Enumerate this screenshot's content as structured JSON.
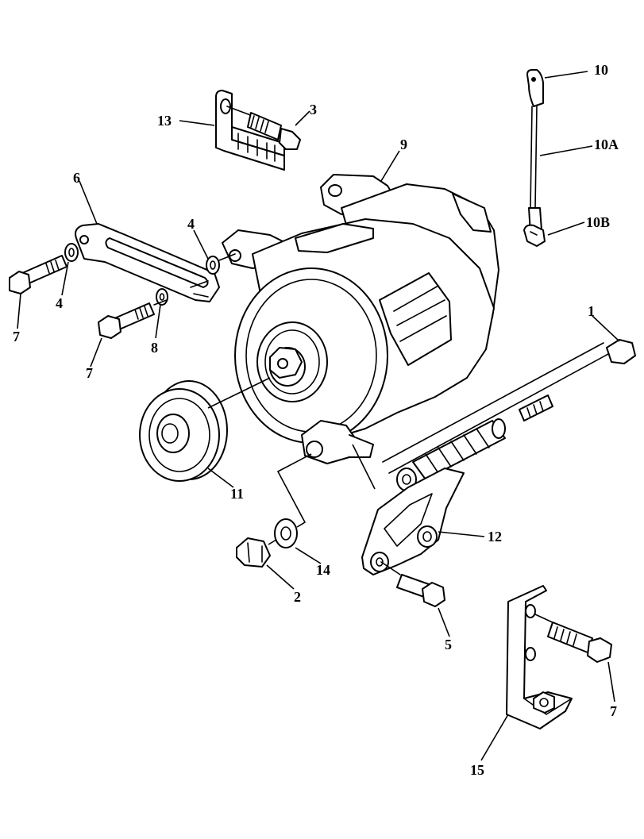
{
  "callouts": {
    "c1": "1",
    "c2": "2",
    "c3": "3",
    "c4a": "4",
    "c4b": "4",
    "c5": "5",
    "c6": "6",
    "c7a": "7",
    "c7b": "7",
    "c7c": "7",
    "c8": "8",
    "c9": "9",
    "c10": "10",
    "c10a": "10A",
    "c10b": "10B",
    "c11": "11",
    "c12": "12",
    "c13": "13",
    "c14": "14",
    "c15": "15"
  },
  "colors": {
    "line": "#000000",
    "background": "#ffffff"
  }
}
